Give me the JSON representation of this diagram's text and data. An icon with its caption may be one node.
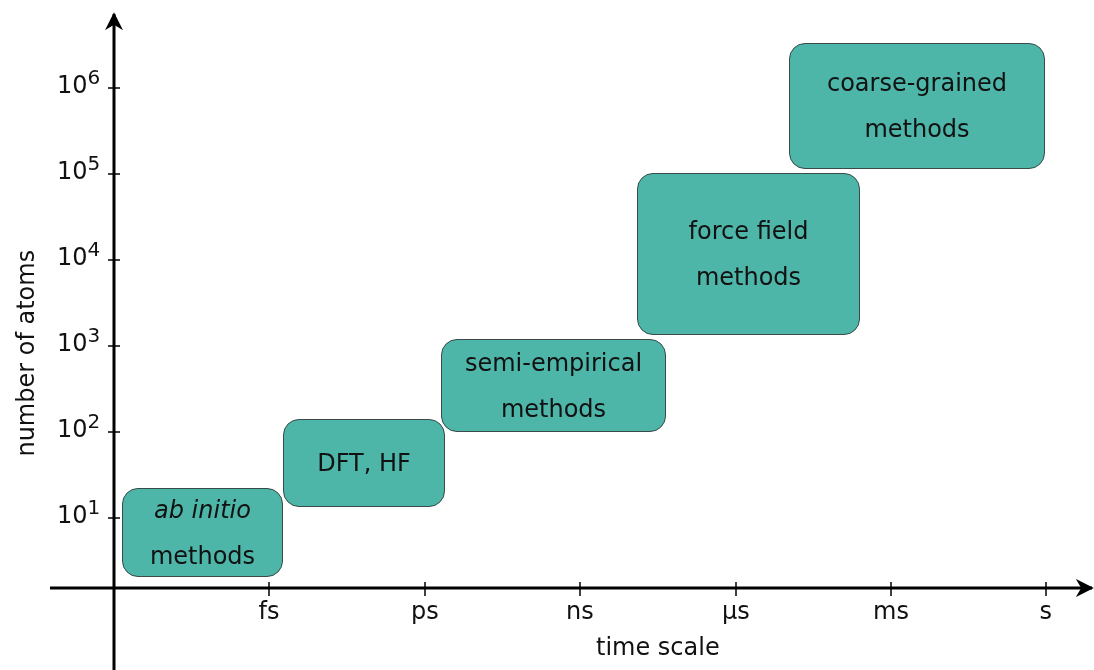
{
  "diagram": {
    "nodes": [
      {
        "text": [
          "*ab initio* methods"
        ]
      },
      {
        "text": [
          "DFT, HF"
        ]
      },
      {
        "text": [
          "semi-empirical methods"
        ]
      },
      {
        "text": [
          "force field methods"
        ]
      },
      {
        "text": [
          "coarse-grained methods"
        ]
      }
    ],
    "edges": [],
    "labels": [
      "10$^{6}$",
      "10$^{5}$",
      "10$^{4}$",
      "10$^{3}$",
      "10$^{2}$",
      "10$^{1}$",
      "number of atoms",
      "fs",
      "ps",
      "ns",
      "µs",
      "ms",
      "s",
      "time scale"
    ]
  }
}
